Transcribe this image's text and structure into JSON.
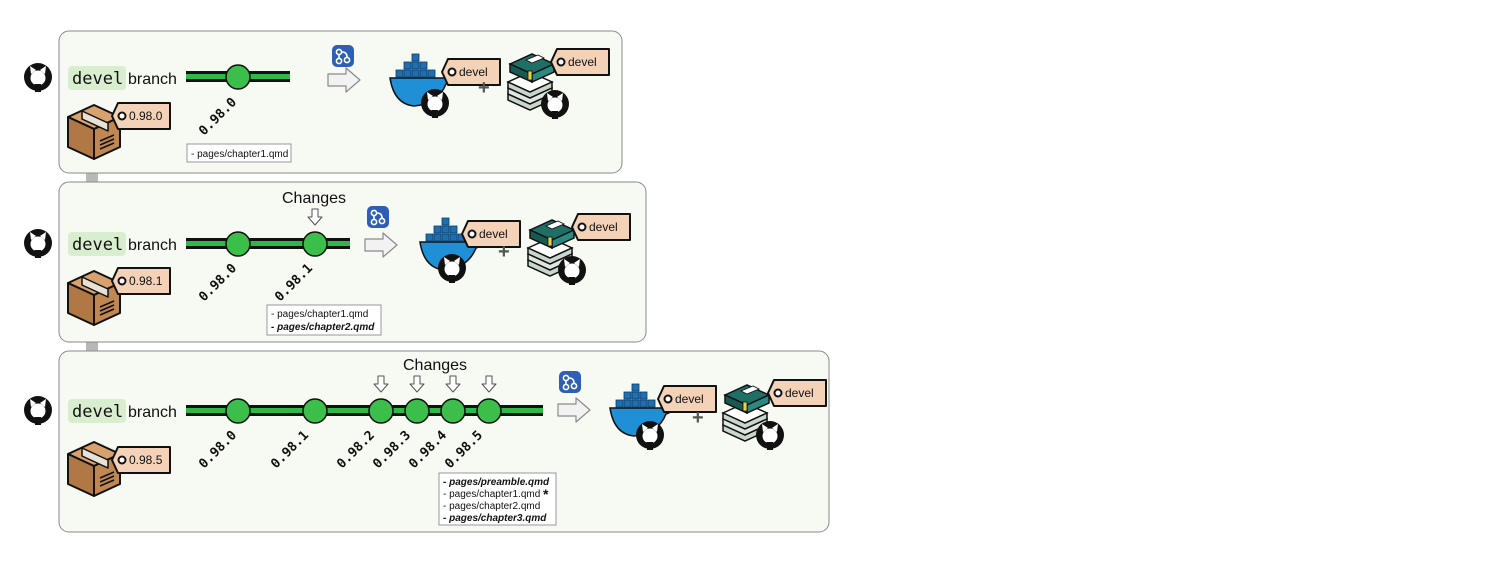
{
  "panels": [
    {
      "branch_code": "devel",
      "branch_word": "branch",
      "package_tag": "0.98.0",
      "changes_label": "",
      "commits": [
        "0.98.0"
      ],
      "changed_commits": [],
      "files": [
        {
          "text": "- pages/chapter1.qmd",
          "bold": false,
          "star": false
        }
      ],
      "docker_tag": "devel",
      "book_tag": "devel",
      "plus": "+"
    },
    {
      "branch_code": "devel",
      "branch_word": "branch",
      "package_tag": "0.98.1",
      "changes_label": "Changes",
      "commits": [
        "0.98.0",
        "0.98.1"
      ],
      "changed_commits": [
        1
      ],
      "files": [
        {
          "text": "- pages/chapter1.qmd",
          "bold": false,
          "star": false
        },
        {
          "text": "- pages/chapter2.qmd",
          "bold": true,
          "star": false
        }
      ],
      "docker_tag": "devel",
      "book_tag": "devel",
      "plus": "+"
    },
    {
      "branch_code": "devel",
      "branch_word": "branch",
      "package_tag": "0.98.5",
      "changes_label": "Changes",
      "commits": [
        "0.98.0",
        "0.98.1",
        "0.98.2",
        "0.98.3",
        "0.98.4",
        "0.98.5"
      ],
      "changed_commits": [
        2,
        3,
        4,
        5
      ],
      "files": [
        {
          "text": "- pages/preamble.qmd",
          "bold": true,
          "star": false
        },
        {
          "text": "- pages/chapter1.qmd",
          "bold": false,
          "star": true
        },
        {
          "text": "- pages/chapter2.qmd",
          "bold": false,
          "star": false
        },
        {
          "text": "- pages/chapter3.qmd",
          "bold": true,
          "star": false
        }
      ],
      "docker_tag": "devel",
      "book_tag": "devel",
      "plus": "+"
    }
  ],
  "star_symbol": "*",
  "colors": {
    "panel_fill": "#f7f9f3",
    "panel_stroke": "#8a8a8a",
    "branch_track": "#111111",
    "branch_green": "#2db84a",
    "commit_fill": "#3cbf4a",
    "devel_chip": "#d9eecf",
    "tag_fill": "#f4d2b8",
    "docker_blue": "#1f8fd6",
    "book_teal": "#1f6f66",
    "box_brown": "#c08752",
    "action_blue": "#2f5fb5",
    "flow_arrow": "#b8b8b8"
  },
  "icons": [
    "github-icon",
    "package-box-icon",
    "github-actions-icon",
    "docker-whale-icon",
    "book-stack-icon",
    "tag-icon",
    "down-arrow-icon",
    "right-arrow-icon"
  ]
}
